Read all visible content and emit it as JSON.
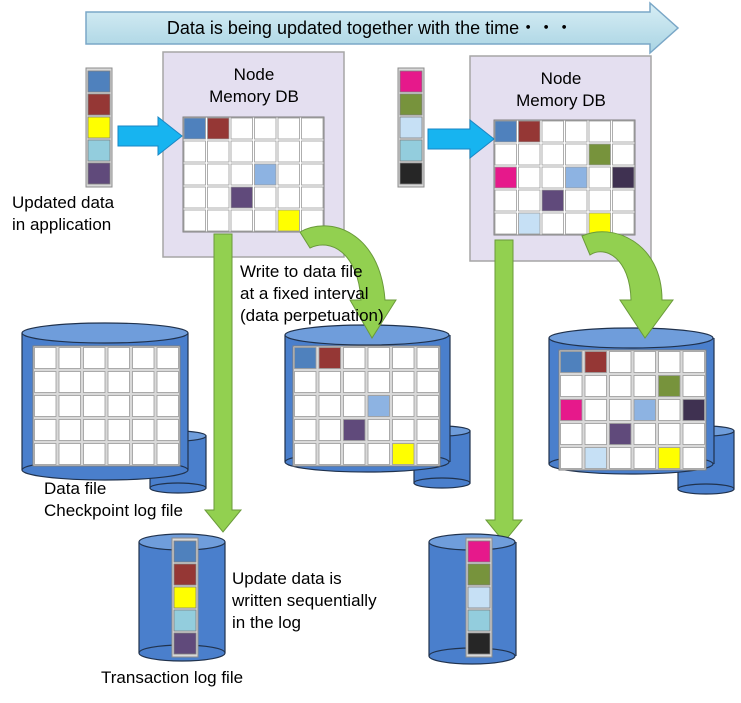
{
  "timeline": {
    "text": "Data is being updated together with the time・・・"
  },
  "nodes": [
    {
      "title_line1": "Node",
      "title_line2": "Memory DB"
    },
    {
      "title_line1": "Node",
      "title_line2": "Memory DB"
    }
  ],
  "labels": {
    "updated_line1": "Updated data",
    "updated_line2": "in application",
    "write_line1": "Write to data file",
    "write_line2": "at a fixed interval",
    "write_line3": "(data perpetuation)",
    "datafile_line1": "Data file",
    "datafile_line2": "Checkpoint log file",
    "seq_line1": "Update data is",
    "seq_line2": "written sequentially",
    "seq_line3": "in the log",
    "txlog": "Transaction log file"
  },
  "colors": {
    "blue": "#4f81bd",
    "darkred": "#953735",
    "yellow": "#ffff00",
    "lightblue": "#93cddd",
    "purple": "#604a7b",
    "pink": "#e6198b",
    "green": "#77933c",
    "paleblue": "#c6e0f5",
    "black": "#262626",
    "skyblue": "#8db3e2",
    "navy": "#3f3151",
    "cylinder": "#4a7fcc",
    "arrow_blue": "#17b4f0",
    "arrow_green": "#92d050",
    "node_bg": "#e4dff0",
    "timeline_fill": "#b7dde8"
  },
  "grids": {
    "node1": [
      [
        "blue",
        0,
        0
      ],
      [
        "darkred",
        0,
        1
      ],
      [
        "skyblue",
        2,
        3
      ],
      [
        "purple",
        3,
        2
      ],
      [
        "yellow",
        4,
        4
      ]
    ],
    "node2": [
      [
        "blue",
        0,
        0
      ],
      [
        "darkred",
        0,
        1
      ],
      [
        "green",
        1,
        4
      ],
      [
        "pink",
        2,
        0
      ],
      [
        "skyblue",
        2,
        3
      ],
      [
        "navy",
        2,
        5
      ],
      [
        "purple",
        3,
        2
      ],
      [
        "paleblue",
        4,
        1
      ],
      [
        "yellow",
        4,
        4
      ]
    ],
    "file1": [],
    "file2": [
      [
        "blue",
        0,
        0
      ],
      [
        "darkred",
        0,
        1
      ],
      [
        "skyblue",
        2,
        3
      ],
      [
        "purple",
        3,
        2
      ],
      [
        "yellow",
        4,
        4
      ]
    ],
    "file3": [
      [
        "blue",
        0,
        0
      ],
      [
        "darkred",
        0,
        1
      ],
      [
        "green",
        1,
        4
      ],
      [
        "pink",
        2,
        0
      ],
      [
        "skyblue",
        2,
        3
      ],
      [
        "navy",
        2,
        5
      ],
      [
        "purple",
        3,
        2
      ],
      [
        "paleblue",
        4,
        1
      ],
      [
        "yellow",
        4,
        4
      ]
    ]
  },
  "stacks": {
    "app1": [
      "blue",
      "darkred",
      "yellow",
      "lightblue",
      "purple"
    ],
    "app2": [
      "pink",
      "green",
      "paleblue",
      "lightblue",
      "black"
    ],
    "log1": [
      "blue",
      "darkred",
      "yellow",
      "lightblue",
      "purple"
    ],
    "log2": [
      "pink",
      "green",
      "paleblue",
      "lightblue",
      "black"
    ]
  }
}
